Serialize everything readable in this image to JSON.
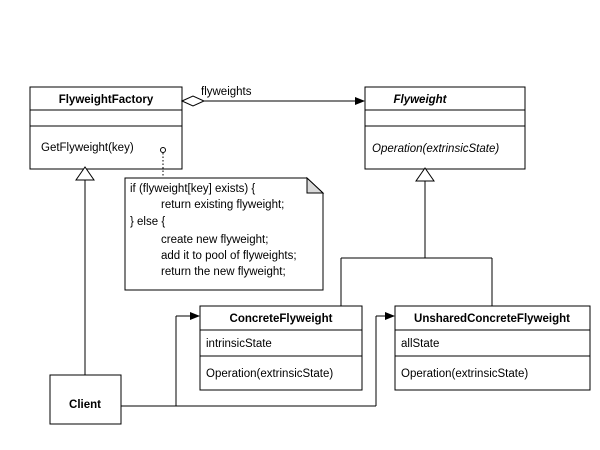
{
  "diagram": {
    "classes": {
      "factory": {
        "name": "FlyweightFactory",
        "operations": [
          "GetFlyweight(key)"
        ]
      },
      "flyweight": {
        "name": "Flyweight",
        "operations": [
          "Operation(extrinsicState)"
        ]
      },
      "concrete": {
        "name": "ConcreteFlyweight",
        "attributes": [
          "intrinsicState"
        ],
        "operations": [
          "Operation(extrinsicState)"
        ]
      },
      "unshared": {
        "name": "UnsharedConcreteFlyweight",
        "attributes": [
          "allState"
        ],
        "operations": [
          "Operation(extrinsicState)"
        ]
      },
      "client": {
        "name": "Client"
      }
    },
    "aggregation_label": "flyweights",
    "note_lines": [
      "if (flyweight[key] exists) {",
      "return existing flyweight;",
      "} else {",
      "create new flyweight;",
      "add it to pool of flyweights;",
      "return the new flyweight;"
    ]
  }
}
